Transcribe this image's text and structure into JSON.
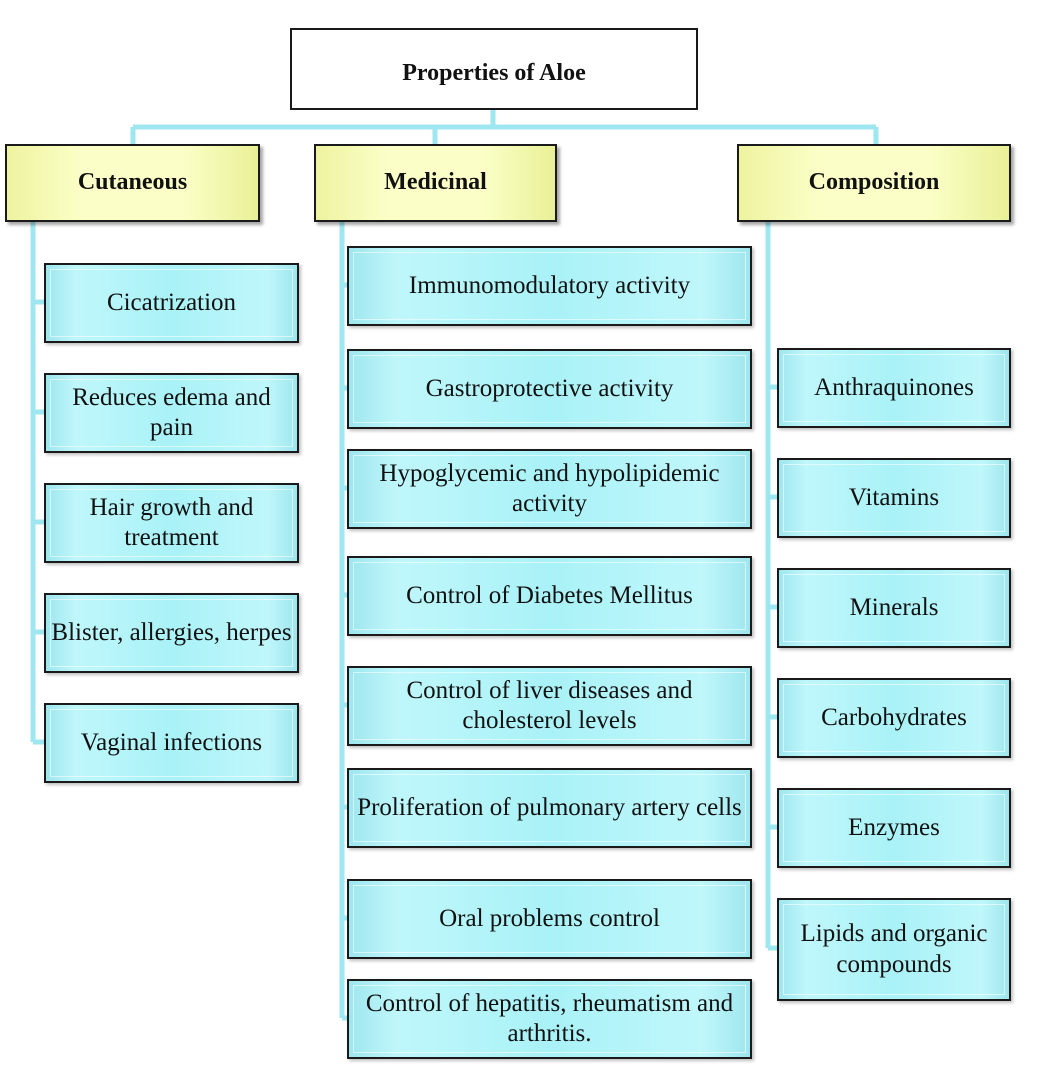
{
  "root": {
    "title": "Properties of Aloe"
  },
  "categories": [
    {
      "title": "Cutaneous",
      "items": [
        "Cicatrization",
        "Reduces edema and pain",
        "Hair growth and treatment",
        "Blister, allergies, herpes",
        "Vaginal infections"
      ]
    },
    {
      "title": "Medicinal",
      "items": [
        "Immunomodulatory activity",
        "Gastroprotective activity",
        "Hypoglycemic and hypolipidemic activity",
        "Control of Diabetes Mellitus",
        "Control of liver diseases and cholesterol levels",
        "Proliferation of pulmonary artery cells",
        "Oral problems control",
        "Control of hepatitis, rheumatism and arthritis."
      ]
    },
    {
      "title": "Composition",
      "items": [
        "Anthraquinones",
        "Vitamins",
        "Minerals",
        "Carbohydrates",
        "Enzymes",
        "Lipids and organic compounds"
      ]
    }
  ],
  "colors": {
    "connector": "#9ee6f0",
    "item_fill": "#a9f2f7",
    "category_fill": "#fbffc7",
    "border": "#1a1a1a"
  }
}
